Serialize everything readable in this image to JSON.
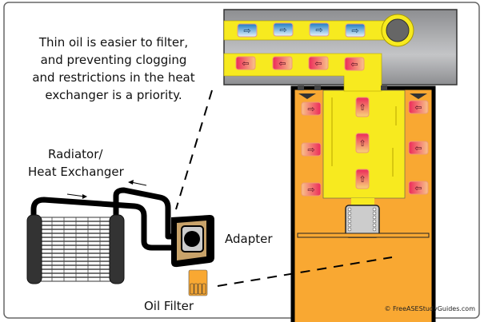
{
  "caption": {
    "lines": [
      "Thin oil is easier to filter,",
      "and preventing clogging",
      "and restrictions in the heat",
      "exchanger is a priority."
    ]
  },
  "labels": {
    "radiator_line1": "Radiator/",
    "radiator_line2": "Heat Exchanger",
    "adapter": "Adapter",
    "oil_filter": "Oil Filter"
  },
  "copyright": "© FreeASEStudyGuides.com",
  "colors": {
    "housing_gray": "#a9aaad",
    "oil_yellow": "#f7ea1f",
    "filter_orange": "#f9a832",
    "hot_red": "#ec2a5a",
    "cool_blue": "#2a8fd0",
    "adapter_tan": "#c9a36a"
  }
}
